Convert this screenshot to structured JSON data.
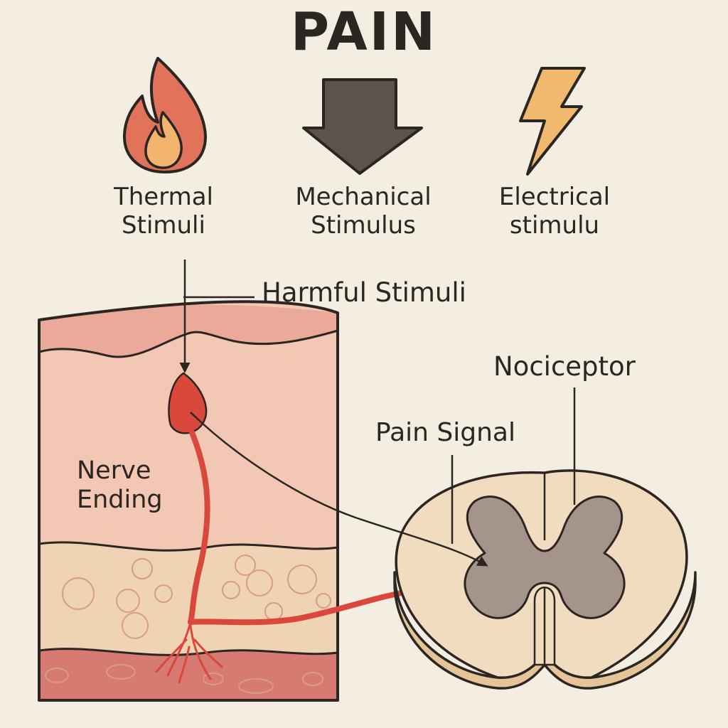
{
  "title": "PAIN",
  "stimuli": [
    {
      "label": "Thermal Stimuli",
      "icon": "flame-icon"
    },
    {
      "label": "Mechanical Stimulus",
      "icon": "down-arrow-icon"
    },
    {
      "label": "Electrical stimulu",
      "icon": "lightning-bolt-icon"
    }
  ],
  "labels": {
    "harmful_stimuli": "Harmful Stimuli",
    "nerve_ending": "Nerve Ending",
    "nociceptor": "Nociceptor",
    "pain_signal": "Pain Signal"
  },
  "colors": {
    "background": "#f4ede2",
    "flame": "#e0735a",
    "flame_inner": "#f2b46e",
    "arrow": "#5e534c",
    "bolt": "#f0b96e",
    "nerve": "#d9483a",
    "skin_top": "#f2c7b4",
    "skin_middle": "#f0d2b4",
    "skin_bottom": "#d67a72",
    "spinal_white": "#f2dcc0",
    "spinal_grey": "#a5948c",
    "outline": "#2b2622"
  }
}
